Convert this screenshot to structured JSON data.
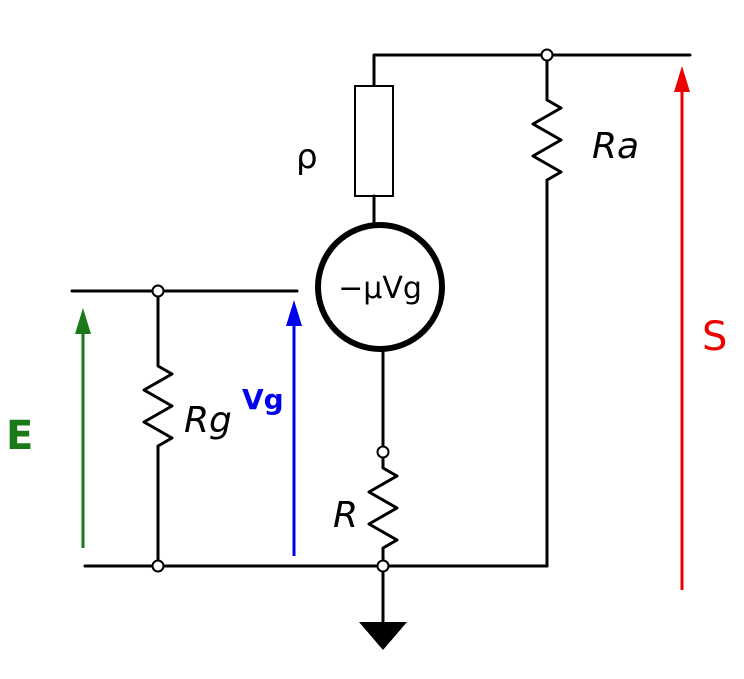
{
  "labels": {
    "rho": "ρ",
    "source": "−μVg",
    "ra": "Ra",
    "rg": "Rg",
    "r": "R",
    "vg": "Vg",
    "e": "E",
    "s": "S"
  },
  "colors": {
    "wire": "#000000",
    "e_arrow": "#1a7a1a",
    "vg_arrow": "#0000ee",
    "s_arrow": "#ee0000"
  },
  "icons": {
    "ground": "ground-symbol-icon",
    "resistor": "zigzag-resistor-icon",
    "impedance": "rectangle-impedance-icon",
    "source": "voltage-source-circle-icon"
  }
}
